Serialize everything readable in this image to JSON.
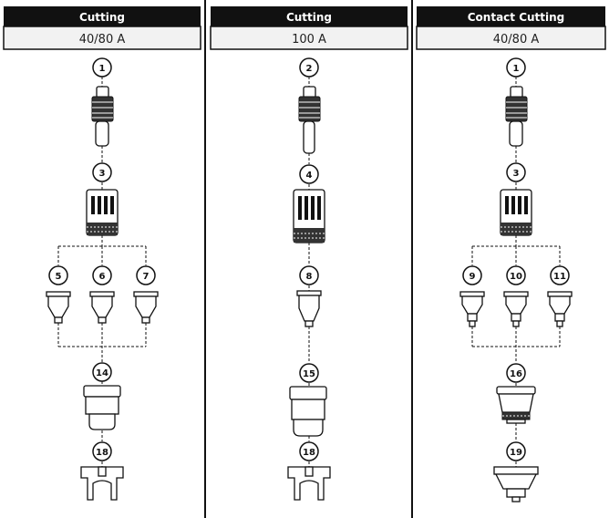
{
  "columns": [
    {
      "title": "Cutting",
      "subtitle": "40/80 A",
      "labels": {
        "electrode": "1",
        "swirl": "3",
        "tipA": "5",
        "tipB": "6",
        "tipC": "7",
        "cap": "14",
        "guide": "18"
      }
    },
    {
      "title": "Cutting",
      "subtitle": "100 A",
      "labels": {
        "electrode": "2",
        "swirl": "4",
        "tip": "8",
        "cap": "15",
        "guide": "18"
      }
    },
    {
      "title": "Contact Cutting",
      "subtitle": "40/80 A",
      "labels": {
        "electrode": "1",
        "swirl": "3",
        "tipA": "9",
        "tipB": "10",
        "tipC": "11",
        "cap": "16",
        "guide": "19"
      }
    }
  ],
  "colors": {
    "header_bg": "#111111",
    "header_text": "#ffffff",
    "subheader_bg": "#f2f2f2",
    "line": "#111111"
  }
}
